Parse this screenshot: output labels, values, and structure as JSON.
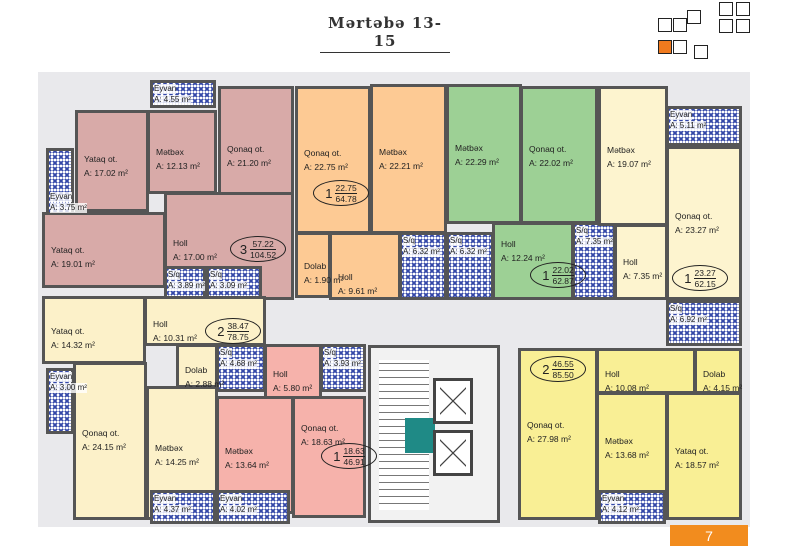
{
  "title": "Mərtəbə 13-15",
  "page_number": "7",
  "colors": {
    "apt3": "#d8aaa8",
    "apt1_orange": "#fdca94",
    "apt1_green": "#9dd095",
    "apt1_cream": "#fdf4cf",
    "apt2_cream": "#fcf1c9",
    "apt1_pink": "#f6b2ab",
    "apt2_yellow": "#f9ef95",
    "hatch": "#3448a8",
    "accent": "#f28c1e"
  },
  "rooms": [
    {
      "name": "Eyvan",
      "area": "A: 4.55 m²",
      "type": "balcony"
    },
    {
      "name": "Yataq ot.",
      "area": "A: 17.02 m²",
      "type": "apt3"
    },
    {
      "name": "Mətbəx",
      "area": "A: 12.13 m²",
      "type": "apt3"
    },
    {
      "name": "Qonaq ot.",
      "area": "A: 21.20 m²",
      "type": "apt3"
    },
    {
      "name": "Eyvan",
      "area": "A: 3.75 m²",
      "type": "balcony"
    },
    {
      "name": "Yataq ot.",
      "area": "A: 19.01 m²",
      "type": "apt3"
    },
    {
      "name": "Holl",
      "area": "A: 17.00 m²",
      "type": "apt3"
    },
    {
      "name": "S/q",
      "area": "A: 3.89 m²",
      "type": "balcony"
    },
    {
      "name": "S/q",
      "area": "A: 3.09 m²",
      "type": "balcony"
    },
    {
      "name": "Qonaq ot.",
      "area": "A: 22.75 m²",
      "type": "apt1_orange"
    },
    {
      "name": "Mətbəx",
      "area": "A: 22.21 m²",
      "type": "apt1_orange"
    },
    {
      "name": "Holl",
      "area": "A: 9.61 m²",
      "type": "apt1_orange"
    },
    {
      "name": "Dolab",
      "area": "A: 1.90 m²",
      "type": "apt1_orange"
    },
    {
      "name": "S/q",
      "area": "A: 6.32 m²",
      "type": "balcony"
    },
    {
      "name": "S/q",
      "area": "A: 6.32 m²",
      "type": "balcony"
    },
    {
      "name": "Mətbəx",
      "area": "A: 22.29 m²",
      "type": "apt1_green"
    },
    {
      "name": "Qonaq ot.",
      "area": "A: 22.02 m²",
      "type": "apt1_green"
    },
    {
      "name": "Holl",
      "area": "A: 12.24 m²",
      "type": "apt1_green"
    },
    {
      "name": "S/q",
      "area": "A: 7.35 m²",
      "type": "balcony"
    },
    {
      "name": "Mətbəx",
      "area": "A: 19.07 m²",
      "type": "apt1_cream"
    },
    {
      "name": "Eyvan",
      "area": "A: 5.11 m²",
      "type": "balcony"
    },
    {
      "name": "Qonaq ot.",
      "area": "A: 23.27 m²",
      "type": "apt1_cream"
    },
    {
      "name": "Holl",
      "area": "A: 7.35 m²",
      "type": "apt1_cream"
    },
    {
      "name": "S/q",
      "area": "A: 6.92 m²",
      "type": "balcony"
    },
    {
      "name": "Yataq ot.",
      "area": "A: 14.32 m²",
      "type": "apt2_cream"
    },
    {
      "name": "Holl",
      "area": "A: 10.31 m²",
      "type": "apt2_cream"
    },
    {
      "name": "Dolab",
      "area": "A: 2.88 m²",
      "type": "apt2_cream"
    },
    {
      "name": "Eyvan",
      "area": "A: 3.00 m²",
      "type": "balcony"
    },
    {
      "name": "Qonaq ot.",
      "area": "A: 24.15 m²",
      "type": "apt2_cream"
    },
    {
      "name": "Mətbəx",
      "area": "A: 14.25 m²",
      "type": "apt2_cream"
    },
    {
      "name": "Eyvan",
      "area": "A: 4.37 m²",
      "type": "balcony"
    },
    {
      "name": "S/q",
      "area": "A: 4.68 m²",
      "type": "balcony"
    },
    {
      "name": "Holl",
      "area": "A: 5.80 m²",
      "type": "apt1_pink"
    },
    {
      "name": "S/q",
      "area": "A: 3.93 m²",
      "type": "balcony"
    },
    {
      "name": "Mətbəx",
      "area": "A: 13.64 m²",
      "type": "apt1_pink"
    },
    {
      "name": "Qonaq ot.",
      "area": "A: 18.63 m²",
      "type": "apt1_pink"
    },
    {
      "name": "Eyvan",
      "area": "A: 4.02 m²",
      "type": "balcony"
    },
    {
      "name": "Qonaq ot.",
      "area": "A: 27.98 m²",
      "type": "apt2_yellow"
    },
    {
      "name": "Holl",
      "area": "A: 10.08 m²",
      "type": "apt2_yellow"
    },
    {
      "name": "Dolab",
      "area": "A: 4.15 m²",
      "type": "apt2_yellow"
    },
    {
      "name": "Mətbəx",
      "area": "A: 13.68 m²",
      "type": "apt2_yellow"
    },
    {
      "name": "Yataq ot.",
      "area": "A: 18.57 m²",
      "type": "apt2_yellow"
    },
    {
      "name": "Eyvan",
      "area": "A: 4.12 m²",
      "type": "balcony"
    }
  ],
  "apartments": [
    {
      "rooms": "3",
      "living_area": "57.22",
      "total_area": "104.52"
    },
    {
      "rooms": "1",
      "living_area": "22.75",
      "total_area": "64.78"
    },
    {
      "rooms": "1",
      "living_area": "22.02",
      "total_area": "62.87"
    },
    {
      "rooms": "1",
      "living_area": "23.27",
      "total_area": "62.15"
    },
    {
      "rooms": "2",
      "living_area": "38.47",
      "total_area": "78.75"
    },
    {
      "rooms": "1",
      "living_area": "18.63",
      "total_area": "46.91"
    },
    {
      "rooms": "2",
      "living_area": "46.55",
      "total_area": "85.50"
    }
  ],
  "minimap": {
    "selected_index": 5
  }
}
